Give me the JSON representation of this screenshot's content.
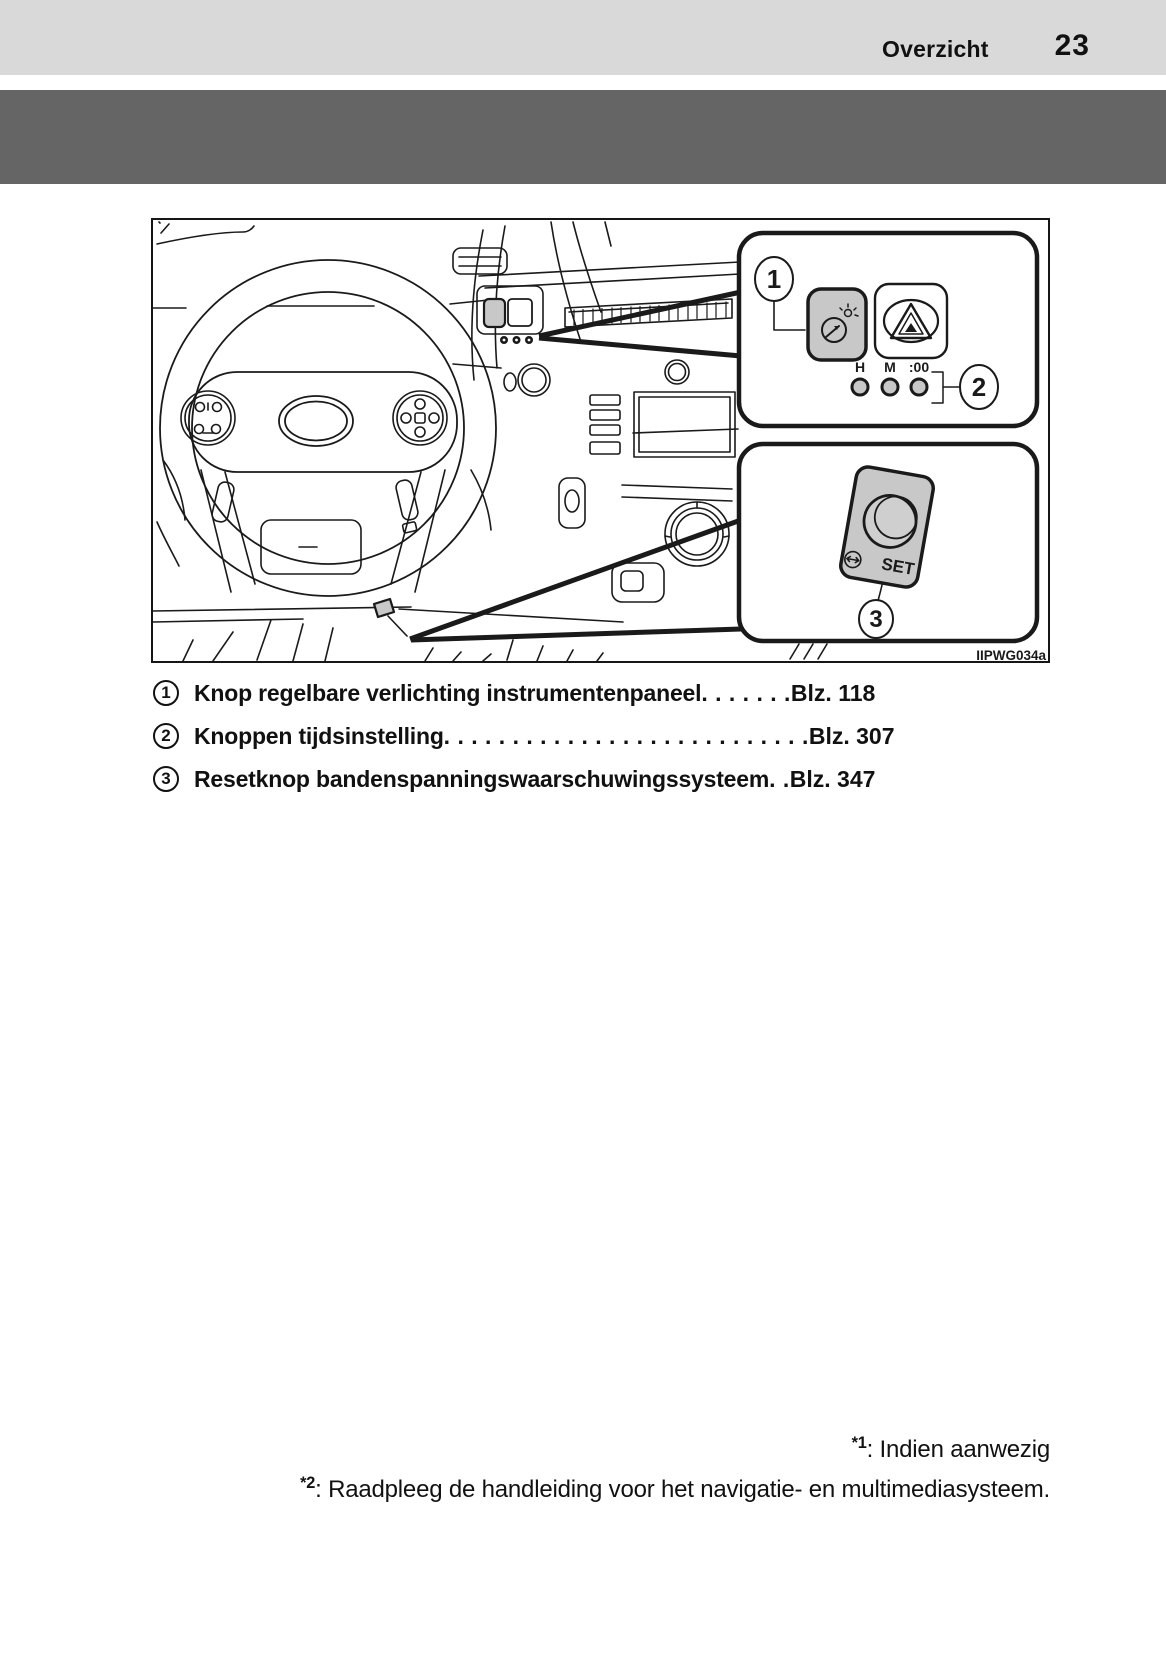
{
  "header": {
    "section_title": "Overzicht",
    "page_number": "23"
  },
  "figure": {
    "caption_code": "IIPWG034a",
    "callout_1": "1",
    "callout_2": "2",
    "callout_3": "3",
    "clock_h": "H",
    "clock_m": "M",
    "clock_00": ":00",
    "set_label": "SET",
    "gray_button_color": "#c8c8c8",
    "line_color": "#1a1a1a"
  },
  "legend": {
    "items": [
      {
        "number": "1",
        "label": "Knop regelbare verlichting instrumentenpaneel",
        "dots": " . . . . . . .",
        "page": "Blz. 118"
      },
      {
        "number": "2",
        "label": "Knoppen tijdsinstelling",
        "dots": ". . . . . . . . . . . . . . . . . . . . . . . . . . .",
        "page": "Blz. 307"
      },
      {
        "number": "3",
        "label": "Resetknop bandenspanningswaarschuwingssysteem",
        "dots": " . .",
        "page": "Blz. 347"
      }
    ]
  },
  "footnotes": [
    {
      "sup": "*1",
      "text": ": Indien aanwezig"
    },
    {
      "sup": "*2",
      "text": ": Raadpleeg de handleiding voor het navigatie- en multimediasysteem."
    }
  ]
}
